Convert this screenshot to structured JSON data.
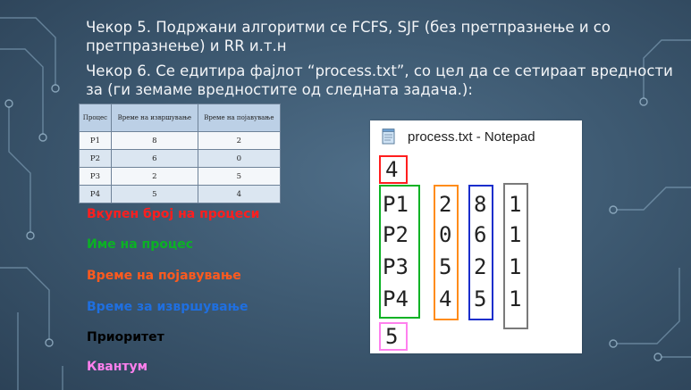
{
  "slide": {
    "step5": "Чекор 5. Подржани алгоритми се FCFS, SJF (без претпразнење и со претпразнење) и RR и.т.н",
    "step6": "Чекор 6. Се едитира фајлот “process.txt”, со цел да се сетираат вредности за (ги земаме вредностите од следната задача.):"
  },
  "table": {
    "headers": [
      "Процес",
      "Време на извршување",
      "Време на појавување"
    ],
    "rows": [
      [
        "P1",
        "8",
        "2"
      ],
      [
        "P2",
        "6",
        "0"
      ],
      [
        "P3",
        "2",
        "5"
      ],
      [
        "P4",
        "5",
        "4"
      ]
    ]
  },
  "legend": {
    "count": "Вкупен број на процеси",
    "name": "Име на процес",
    "arrival": "Време на појавување",
    "burst": "Време за извршување",
    "priority": "Приоритет",
    "quantum": "Квантум"
  },
  "notepad": {
    "title": "process.txt - Notepad",
    "count": "4",
    "names": [
      "P1",
      "P2",
      "P3",
      "P4"
    ],
    "arrival": [
      "2",
      "0",
      "5",
      "4"
    ],
    "burst": [
      "8",
      "6",
      "2",
      "5"
    ],
    "priority": [
      "1",
      "1",
      "1",
      "1"
    ],
    "quantum": "5",
    "icon": "notepad-icon"
  },
  "colors": {
    "count": "#ff1e1e",
    "name": "#0bb224",
    "arrival": "#ff8c1a",
    "burst": "#1a2ecc",
    "priority": "#7a7a7a",
    "quantum": "#ff80ee"
  }
}
